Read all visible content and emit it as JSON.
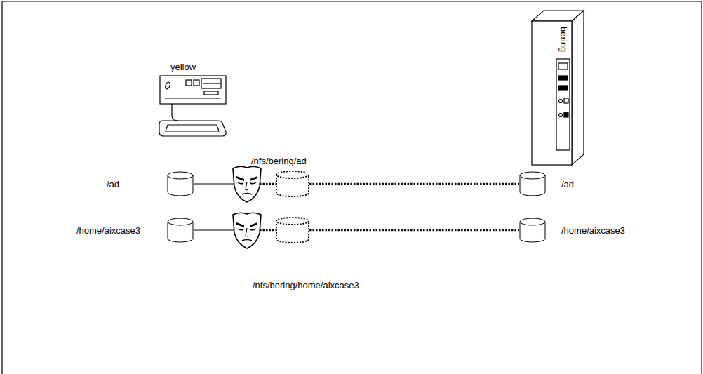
{
  "diagram": {
    "nodes": [
      {
        "text": [
          "yellow"
        ]
      },
      {
        "text": [
          "bering"
        ]
      },
      {
        "text": [
          "/ad"
        ]
      },
      {
        "text": [
          "/nfs/bering/ad"
        ]
      },
      {
        "text": [
          "/ad"
        ]
      },
      {
        "text": [
          "/home/aixcase3"
        ]
      },
      {
        "text": [
          "/nfs/bering/home/aixcase3"
        ]
      },
      {
        "text": [
          "/home/aixcase3"
        ]
      }
    ],
    "edges": [
      {
        "from": 2,
        "to": 3,
        "arrow": "none"
      },
      {
        "from": 3,
        "to": 4,
        "arrow": "none"
      },
      {
        "from": 5,
        "to": 6,
        "arrow": "none"
      },
      {
        "from": 6,
        "to": 7,
        "arrow": "none"
      }
    ]
  }
}
